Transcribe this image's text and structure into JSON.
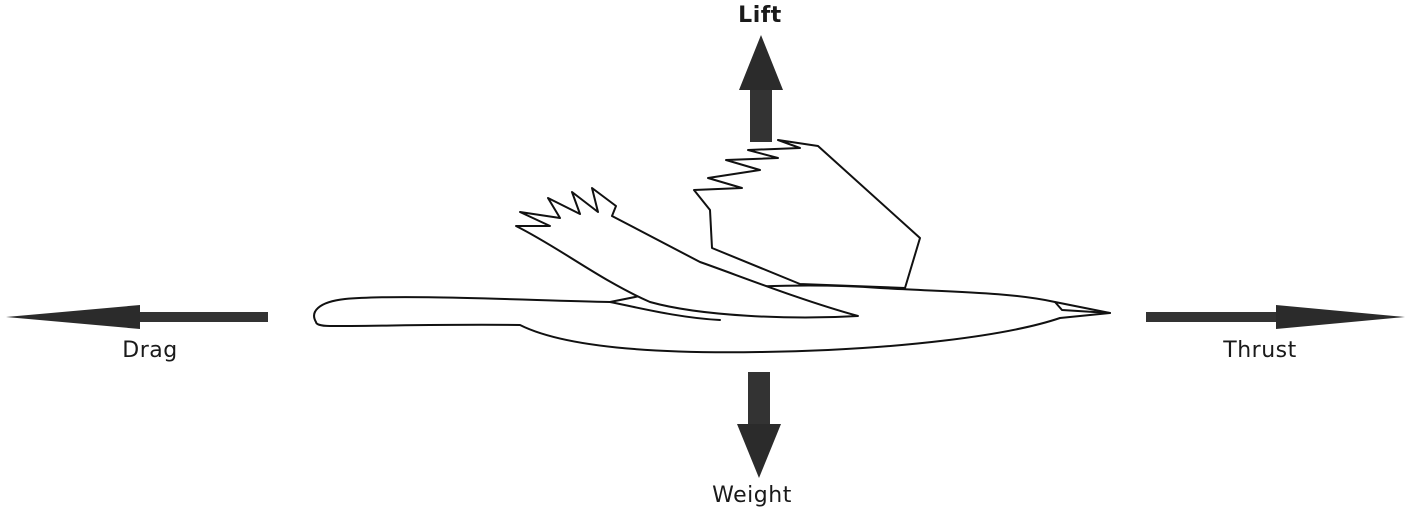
{
  "forces": {
    "lift": "Lift",
    "weight": "Weight",
    "drag": "Drag",
    "thrust": "Thrust"
  }
}
